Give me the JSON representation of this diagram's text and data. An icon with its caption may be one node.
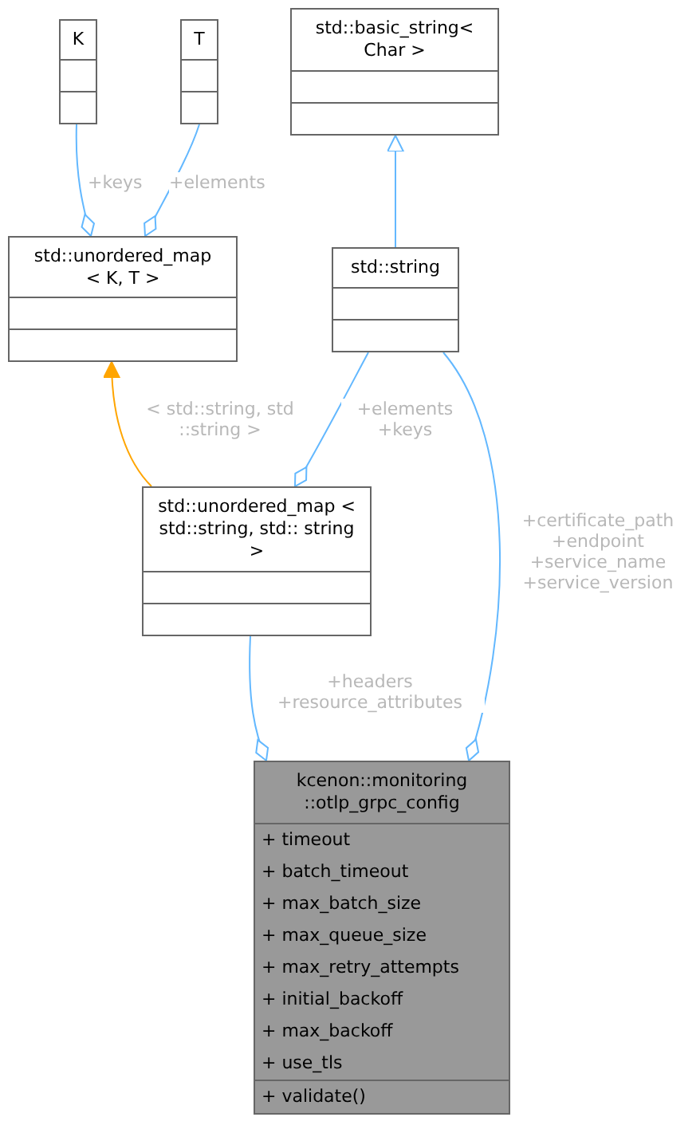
{
  "diagram": {
    "nodes": [
      {
        "text": [
          "K"
        ]
      },
      {
        "text": [
          "T"
        ]
      },
      {
        "text": [
          "std::unordered_map < K, T >"
        ]
      },
      {
        "text": [
          "std::basic_string< Char >"
        ]
      },
      {
        "text": [
          "std::string"
        ]
      },
      {
        "text": [
          "std::unordered_map < std::string, std:: string >"
        ]
      },
      {
        "text": [
          "kcenon::monitoring ::otlp_grpc_config",
          "+ timeout",
          "+ batch_timeout",
          "+ max_batch_size",
          "+ max_queue_size",
          "+ max_retry_attempts",
          "+ initial_backoff",
          "+ max_backoff",
          "+ use_tls",
          "+ validate()"
        ]
      }
    ],
    "edges": [
      {
        "from": 0,
        "to": 2,
        "arrow": "other",
        "label": "+keys"
      },
      {
        "from": 1,
        "to": 2,
        "arrow": "other",
        "label": "+elements"
      },
      {
        "from": 4,
        "to": 3,
        "arrow": "to"
      },
      {
        "from": 5,
        "to": 2,
        "arrow": "to",
        "label": "< std::string, std ::string >",
        "color": "#ffa500"
      },
      {
        "from": 4,
        "to": 5,
        "arrow": "other",
        "label": "+elements +keys"
      },
      {
        "from": 5,
        "to": 6,
        "arrow": "other",
        "label": "+headers +resource_attributes"
      },
      {
        "from": 4,
        "to": 6,
        "arrow": "other",
        "label": "+certificate_path +endpoint +service_name +service_version"
      }
    ]
  }
}
